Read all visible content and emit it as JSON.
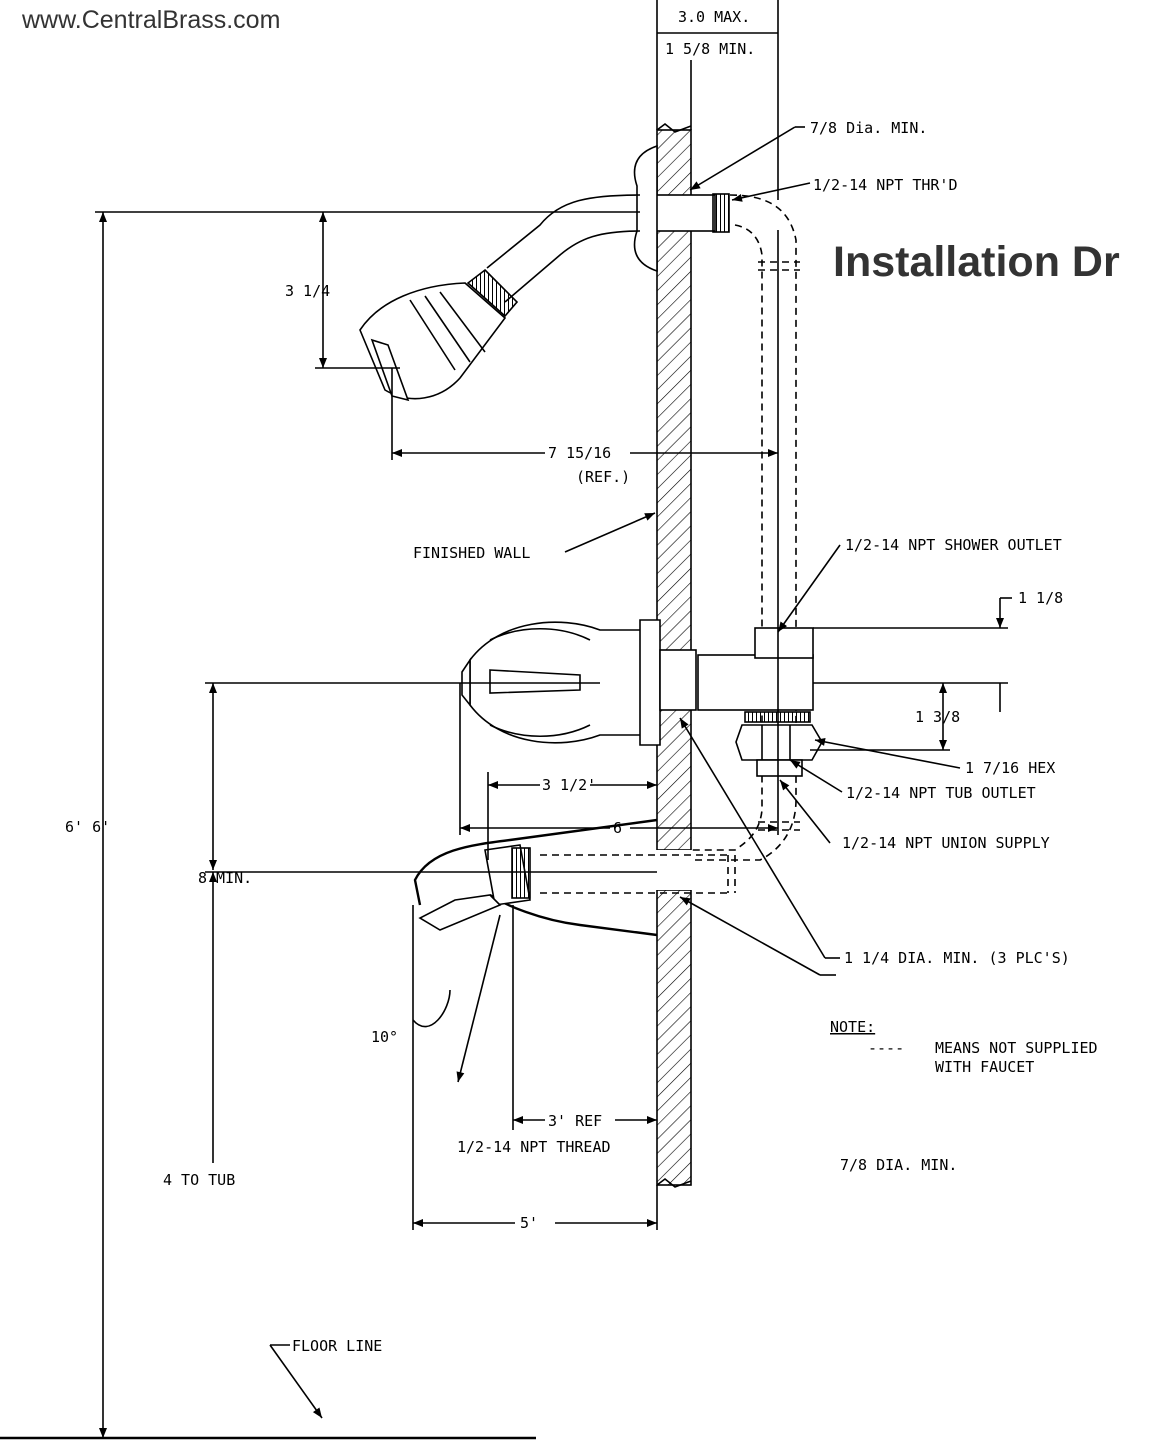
{
  "header": {
    "website": "www.CentralBrass.com",
    "title": "Installation Dr"
  },
  "dimensions": {
    "wall_max": "3.0 MAX.",
    "wall_min": "1 5/8 MIN.",
    "hole_top": "7/8 Dia. MIN.",
    "head_thread": "1/2-14 NPT THR'D",
    "head_drop": "3 1/4",
    "head_reach": "7 15/16",
    "head_reach_ref": "(REF.)",
    "finished_wall": "FINISHED WALL",
    "shower_outlet": "1/2-14 NPT SHOWER OUTLET",
    "outlet_offset": "1 1/8",
    "valve_offset": "1 3/8",
    "hex": "1 7/16 HEX",
    "tub_outlet": "1/2-14 NPT TUB OUTLET",
    "union_supply": "1/2-14 NPT UNION SUPPLY",
    "valve_reach": "6",
    "total_height": "6' 6'",
    "valve_above_spout": "8 MIN.",
    "valve_holes": "1 1/4 DIA. MIN. (3 PLC'S)",
    "spout_reach_upper": "3 1/2'",
    "angle": "10°",
    "spout_ref": "3' REF",
    "spout_thread": "1/2-14 NPT THREAD",
    "hole_bottom": "7/8 DIA. MIN.",
    "spout_reach": "5'",
    "spout_above_tub": "4 TO TUB",
    "floor_line": "FLOOR LINE"
  },
  "note": {
    "heading": "NOTE:",
    "legend_line": "----",
    "line1": "MEANS NOT SUPPLIED",
    "line2": "WITH FAUCET"
  }
}
